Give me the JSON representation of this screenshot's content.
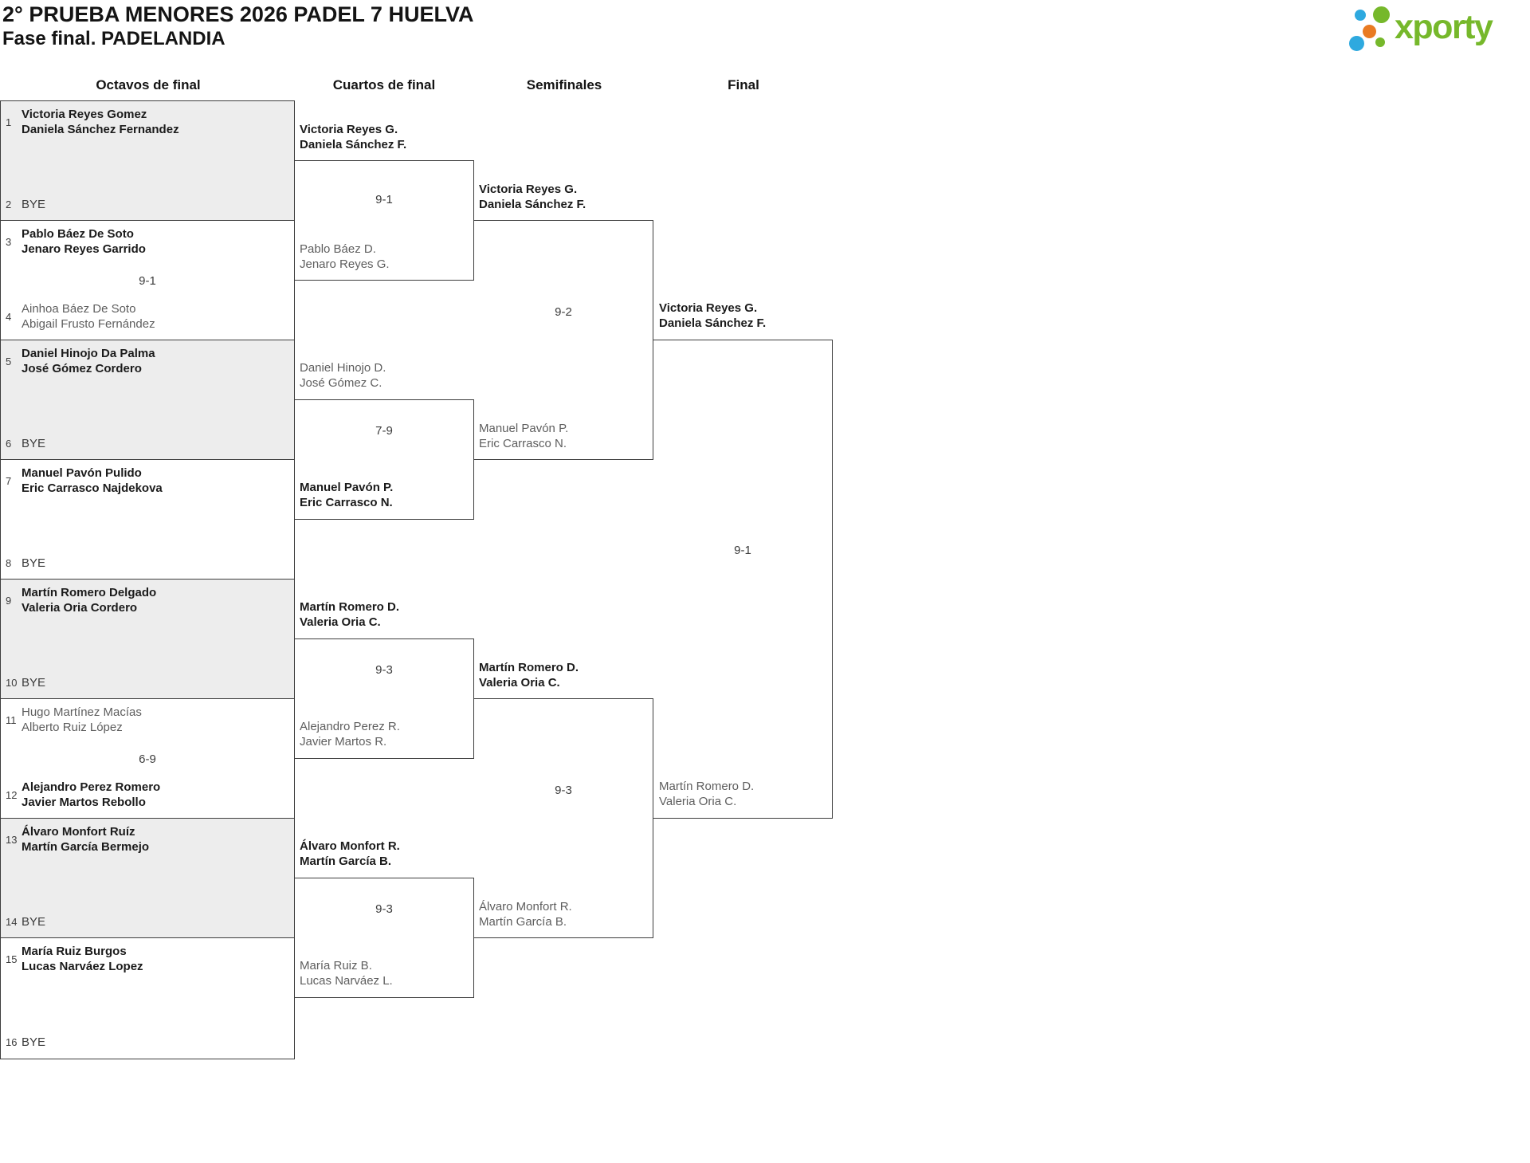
{
  "header": {
    "title_line1": "2° PRUEBA MENORES 2026 PADEL 7 HUELVA",
    "title_line2": "Fase final. PADELANDIA"
  },
  "logo": {
    "brand": "xporty",
    "colors": {
      "green": "#76b82b",
      "orange": "#e97b22",
      "blue": "#2ea9df"
    }
  },
  "colors": {
    "line_border": "#3d3d3d",
    "shaded_match": "#ededed",
    "winner_text": "#1b1b1b",
    "loser_text": "#5e5e5e"
  },
  "rounds": [
    {
      "label": "Octavos de final"
    },
    {
      "label": "Cuartos de final"
    },
    {
      "label": "Semifinales"
    },
    {
      "label": "Final"
    }
  ],
  "octavos": [
    {
      "seed_top": "1",
      "top": {
        "line1": "Victoria Reyes Gomez",
        "line2": "Daniela Sánchez Fernandez",
        "style": "winner"
      },
      "score": "",
      "seed_bottom": "2",
      "bottom": {
        "line1": "BYE",
        "line2": "",
        "style": "bye"
      }
    },
    {
      "seed_top": "3",
      "top": {
        "line1": "Pablo Báez De Soto",
        "line2": "Jenaro Reyes Garrido",
        "style": "winner"
      },
      "score": "9-1",
      "seed_bottom": "4",
      "bottom": {
        "line1": "Ainhoa Báez De Soto",
        "line2": "Abigail Frusto Fernández",
        "style": "loser"
      }
    },
    {
      "seed_top": "5",
      "top": {
        "line1": "Daniel Hinojo Da Palma",
        "line2": "José Gómez Cordero",
        "style": "winner"
      },
      "score": "",
      "seed_bottom": "6",
      "bottom": {
        "line1": "BYE",
        "line2": "",
        "style": "bye"
      }
    },
    {
      "seed_top": "7",
      "top": {
        "line1": "Manuel Pavón Pulido",
        "line2": "Eric Carrasco Najdekova",
        "style": "winner"
      },
      "score": "",
      "seed_bottom": "8",
      "bottom": {
        "line1": "BYE",
        "line2": "",
        "style": "bye"
      }
    },
    {
      "seed_top": "9",
      "top": {
        "line1": "Martín Romero Delgado",
        "line2": "Valeria Oria Cordero",
        "style": "winner"
      },
      "score": "",
      "seed_bottom": "10",
      "bottom": {
        "line1": "BYE",
        "line2": "",
        "style": "bye"
      }
    },
    {
      "seed_top": "11",
      "top": {
        "line1": "Hugo Martínez Macías",
        "line2": "Alberto Ruiz López",
        "style": "loser"
      },
      "score": "6-9",
      "seed_bottom": "12",
      "bottom": {
        "line1": "Alejandro Perez Romero",
        "line2": "Javier Martos Rebollo",
        "style": "winner"
      }
    },
    {
      "seed_top": "13",
      "top": {
        "line1": "Álvaro Monfort Ruíz",
        "line2": "Martín García Bermejo",
        "style": "winner"
      },
      "score": "",
      "seed_bottom": "14",
      "bottom": {
        "line1": "BYE",
        "line2": "",
        "style": "bye"
      }
    },
    {
      "seed_top": "15",
      "top": {
        "line1": "María Ruiz Burgos",
        "line2": "Lucas Narváez Lopez",
        "style": "winner"
      },
      "score": "",
      "seed_bottom": "16",
      "bottom": {
        "line1": "BYE",
        "line2": "",
        "style": "bye"
      }
    }
  ],
  "cuartos": {
    "entrants": [
      {
        "line1": "Victoria Reyes G.",
        "line2": "Daniela Sánchez F.",
        "style": "winner"
      },
      {
        "line1": "Pablo Báez D.",
        "line2": "Jenaro Reyes G.",
        "style": "loser"
      },
      {
        "line1": "Daniel Hinojo D.",
        "line2": "José Gómez C.",
        "style": "loser"
      },
      {
        "line1": "Manuel Pavón P.",
        "line2": "Eric Carrasco N.",
        "style": "winner"
      },
      {
        "line1": "Martín Romero D.",
        "line2": "Valeria Oria C.",
        "style": "winner"
      },
      {
        "line1": "Alejandro Perez R.",
        "line2": "Javier Martos R.",
        "style": "loser"
      },
      {
        "line1": "Álvaro Monfort R.",
        "line2": "Martín García B.",
        "style": "winner"
      },
      {
        "line1": "María Ruiz B.",
        "line2": "Lucas Narváez L.",
        "style": "loser"
      }
    ],
    "scores": [
      "9-1",
      "7-9",
      "9-3",
      "9-3"
    ]
  },
  "semifinales": {
    "entrants": [
      {
        "line1": "Victoria Reyes G.",
        "line2": "Daniela Sánchez F.",
        "style": "winner"
      },
      {
        "line1": "Manuel Pavón P.",
        "line2": "Eric Carrasco N.",
        "style": "loser"
      },
      {
        "line1": "Martín Romero D.",
        "line2": "Valeria Oria C.",
        "style": "winner"
      },
      {
        "line1": "Álvaro Monfort R.",
        "line2": "Martín García B.",
        "style": "loser"
      }
    ],
    "scores": [
      "9-2",
      "9-3"
    ]
  },
  "final": {
    "entrants": [
      {
        "line1": "Victoria Reyes G.",
        "line2": "Daniela Sánchez F.",
        "style": "winner"
      },
      {
        "line1": "Martín Romero D.",
        "line2": "Valeria Oria C.",
        "style": "loser"
      }
    ],
    "scores": [
      "9-1"
    ]
  }
}
